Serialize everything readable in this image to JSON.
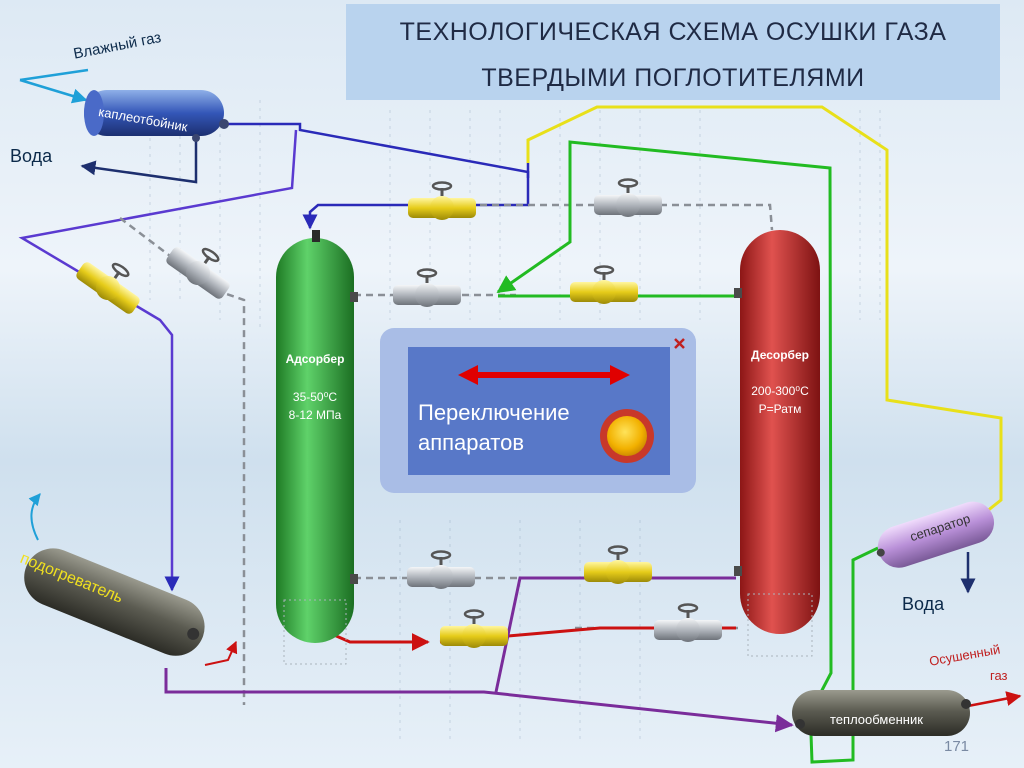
{
  "title": {
    "line1": "ТЕХНОЛОГИЧЕСКАЯ СХЕМА ОСУШКИ ГАЗА",
    "line2": "ТВЕРДЫМИ ПОГЛОТИТЕЛЯМИ"
  },
  "labels": {
    "wet_gas": "Влажный газ",
    "water_left": "Вода",
    "water_right": "Вода",
    "dried_gas_line1": "Осушенный",
    "dried_gas_line2": "газ"
  },
  "equipment": {
    "separator_drop": "каплеотбойник",
    "heater": "подогреватель",
    "separator": "сепаратор",
    "heat_exchanger": "теплообменник"
  },
  "adsorber": {
    "name": "Адсорбер",
    "temp": "35-50⁰С",
    "pressure": "8-12 МПа"
  },
  "desorber": {
    "name": "Десорбер",
    "temp": "200-300⁰С",
    "pressure": "Р=Ратм"
  },
  "switch_panel": {
    "line1": "Переключение",
    "line2": "аппаратов"
  },
  "page_number": "171",
  "colors": {
    "wet_line": "#3a3ac8",
    "regen_line": "#e8e01a",
    "green_line": "#22bb22",
    "hot_line": "#cc1111",
    "purple_line": "#7a2c9a",
    "dashed_line": "#8a8f96",
    "adsorber": "#2fa83a",
    "desorber": "#c4282a",
    "valve_open": "#e8d21c",
    "valve_closed": "#b8bcc2"
  }
}
